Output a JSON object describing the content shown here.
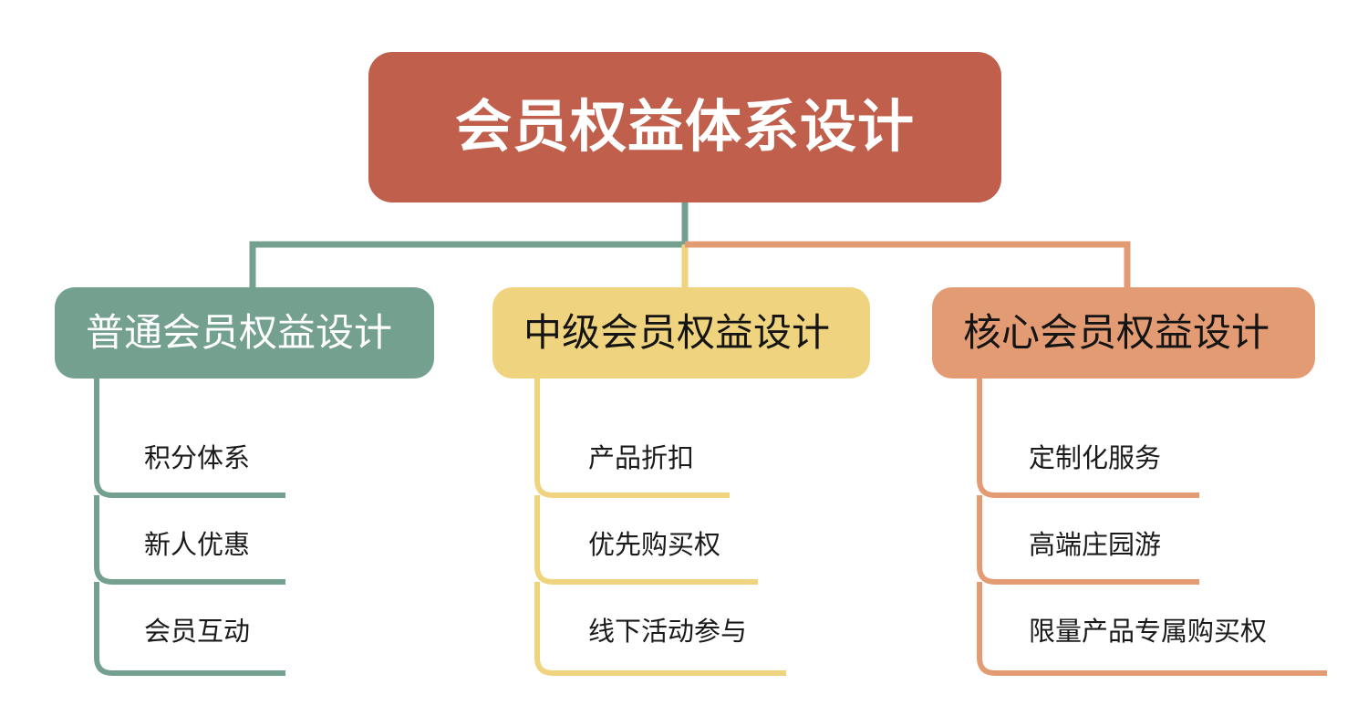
{
  "diagram": {
    "type": "mind-map",
    "background": "#ffffff",
    "root": {
      "label": "会员权益体系设计",
      "color": "#c05f4b",
      "text_color": "#ffffff"
    },
    "branches": [
      {
        "label": "普通会员权益设计",
        "color": "#74a090",
        "text_color": "#ffffff",
        "leaves": [
          {
            "label": "积分体系"
          },
          {
            "label": "新人优惠"
          },
          {
            "label": "会员互动"
          }
        ]
      },
      {
        "label": "中级会员权益设计",
        "color": "#efd37e",
        "text_color": "#141414",
        "leaves": [
          {
            "label": "产品折扣"
          },
          {
            "label": "优先购买权"
          },
          {
            "label": "线下活动参与"
          }
        ]
      },
      {
        "label": "核心会员权益设计",
        "color": "#e39b74",
        "text_color": "#141414",
        "leaves": [
          {
            "label": "定制化服务"
          },
          {
            "label": "高端庄园游"
          },
          {
            "label": "限量产品专属购买权"
          }
        ]
      }
    ]
  }
}
